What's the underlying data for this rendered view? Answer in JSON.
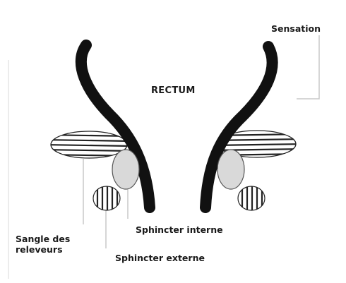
{
  "labels": {
    "sensation": "Sensation",
    "rectum": "RECTUM",
    "sphincter_interne": "Sphincter interne",
    "sphincter_externe": "Sphincter externe",
    "sangle_line1": "Sangle des",
    "sangle_line2": "releveurs"
  },
  "colors": {
    "wall": "#111111",
    "internal_sphincter_fill": "#d9d9d9",
    "leader_lines": "#c8c8c8"
  }
}
